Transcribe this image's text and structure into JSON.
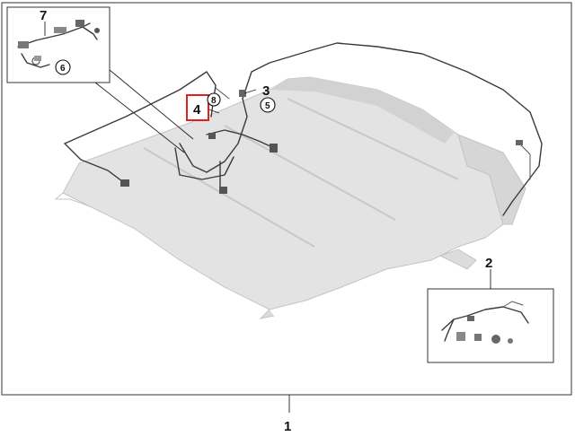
{
  "callouts": {
    "c1": "1",
    "c2": "2",
    "c3": "3",
    "c4": "4",
    "c5": "5",
    "c6": "6",
    "c7": "7",
    "c8": "8"
  },
  "colors": {
    "frame": "#555555",
    "roof_fill": "#e3e3e3",
    "roof_shade": "#cfcfcf",
    "wire": "#3a3a3a",
    "highlight": "#e02020"
  },
  "highlighted_callout": "4"
}
